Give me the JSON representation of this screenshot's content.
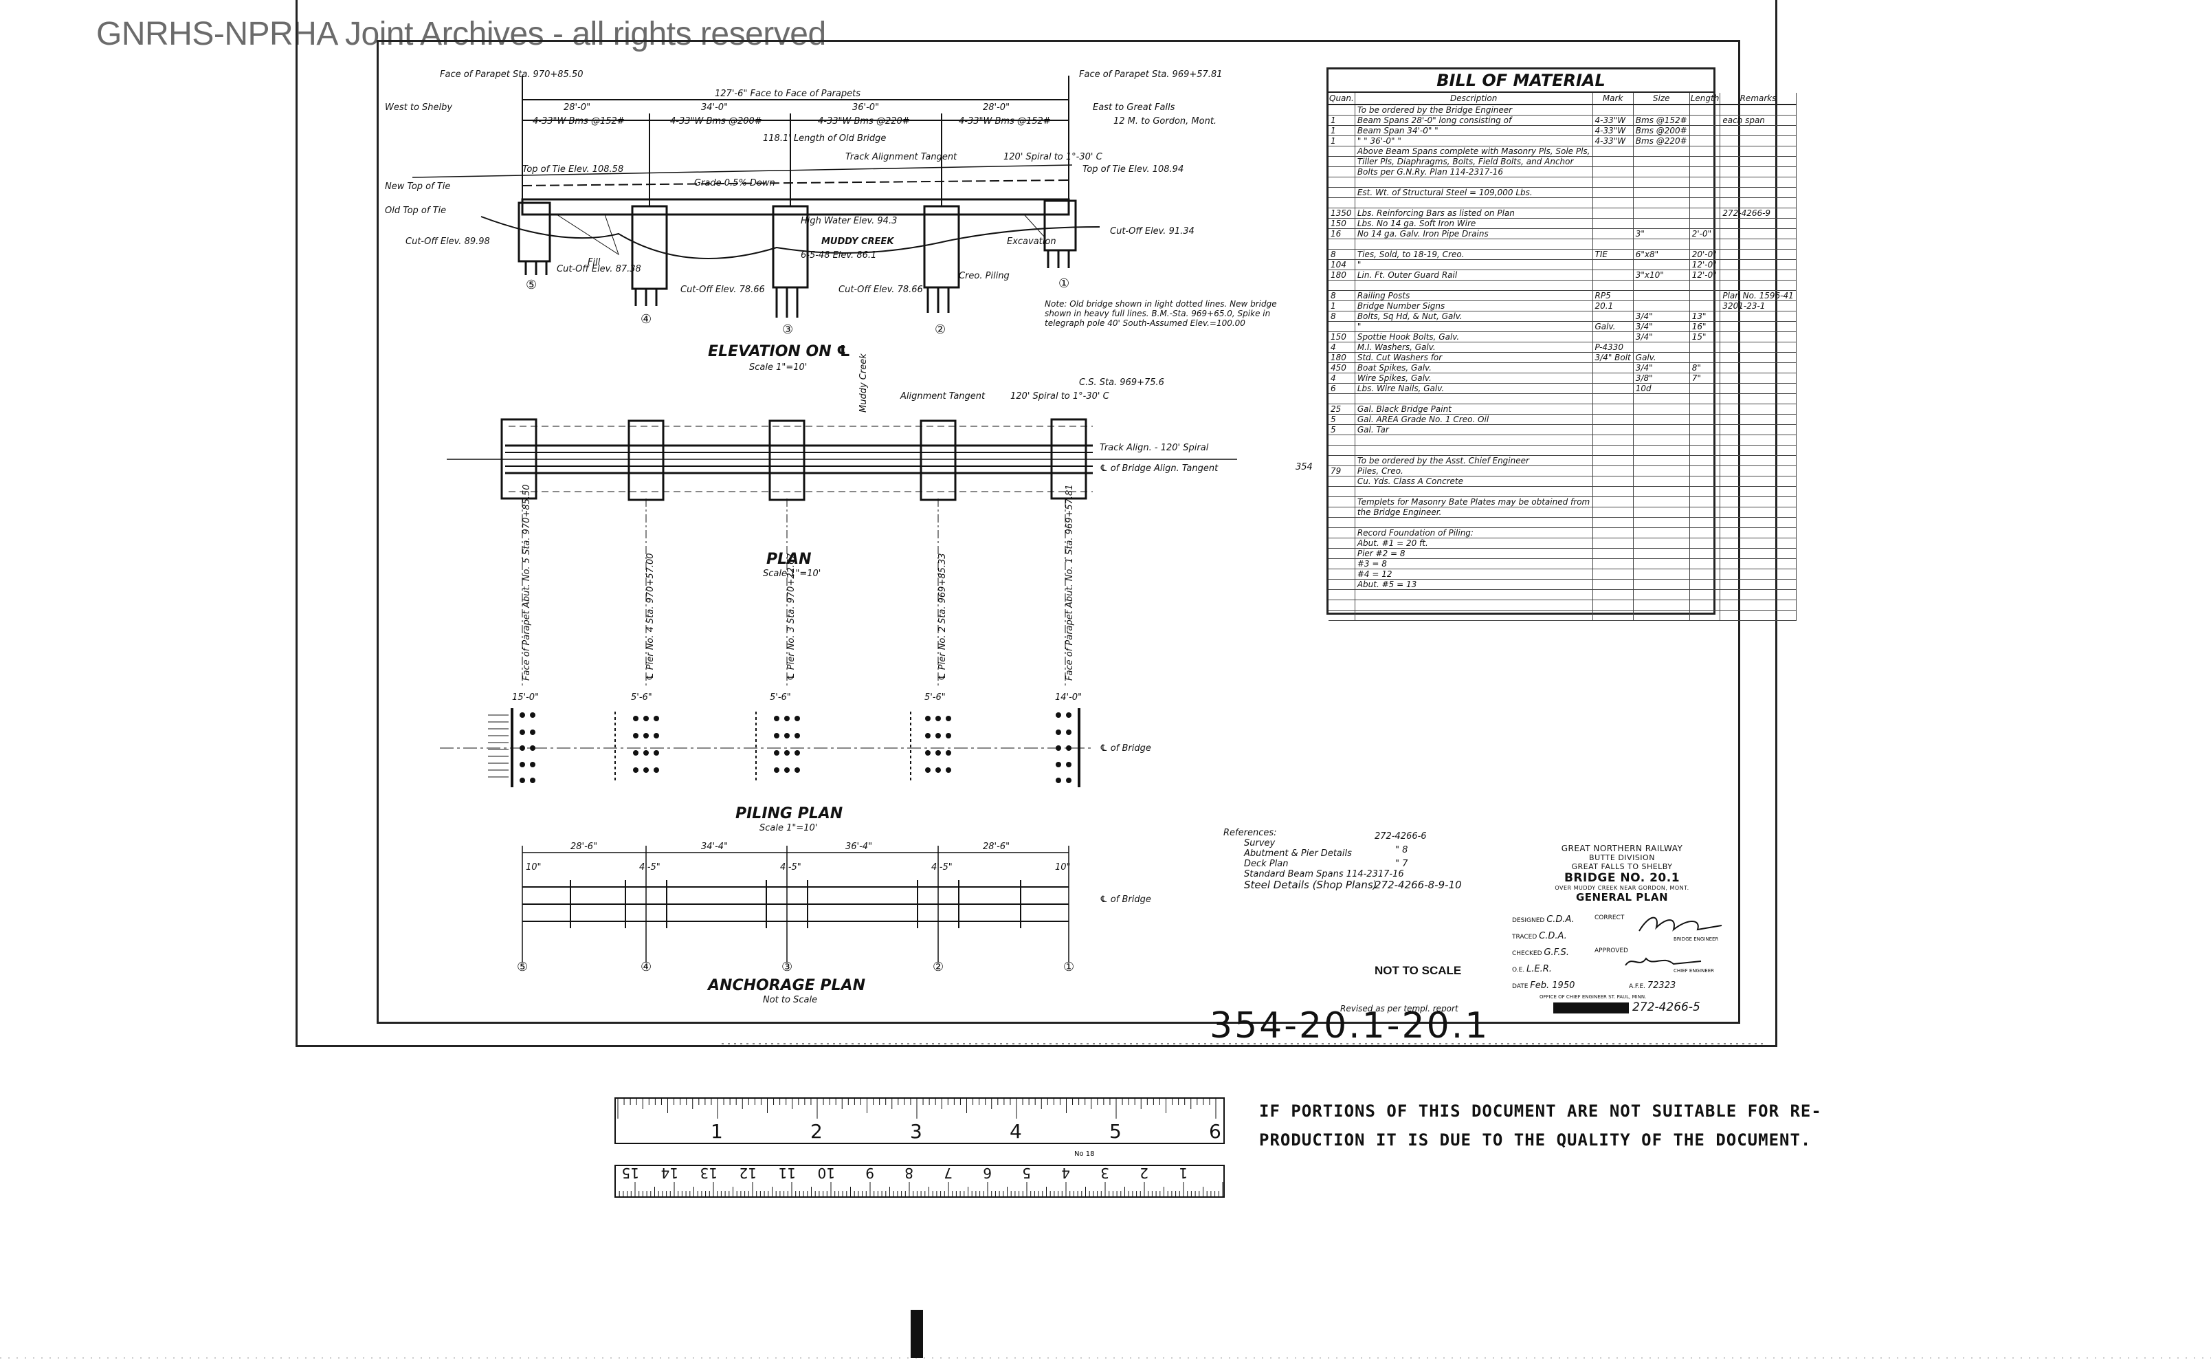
{
  "watermark": "GNRHS-NPRHA Joint Archives - all rights reserved",
  "elevation": {
    "title": "ELEVATION ON ℄",
    "scale": "Scale 1\"=10'",
    "face_to_face": "127'-6\" Face to Face of Parapets",
    "left_parapet": "Face of Parapet Sta. 970+85.50",
    "right_parapet": "Face of Parapet Sta. 969+57.81",
    "west_label": "West to Shelby",
    "east_label": "East to Great Falls",
    "spans": [
      "28'-0\"",
      "34'-0\"",
      "36'-0\"",
      "28'-0\""
    ],
    "beams": [
      "4-33\"W Bms @152#",
      "4-33\"W Bms @200#",
      "4-33\"W Bms @220#",
      "4-33\"W Bms @152#"
    ],
    "old_bridge": "118.1' Length of Old Bridge",
    "tangent": "Track Alignment Tangent",
    "spiral": "120' Spiral to 1°-30' C",
    "gordon": "12 M. to Gordon, Mont.",
    "grade": "Grade 0.5% Down",
    "top_of_tie_left": "Top of Tie Elev. 108.58",
    "top_of_tie_right": "Top of Tie Elev. 108.94",
    "new_top": "New Top of Tie",
    "old_top": "Old Top of Tie",
    "cutoff_left": "Cut-Off Elev. 89.98",
    "cutoff_right": "Cut-Off Elev. 91.34",
    "cutoff_a": "Cut-Off Elev. 78.66",
    "cutoff_b": "Cut-Off Elev. 78.66",
    "cutoff_c": "Cut-Off Elev. 87.38",
    "high_water": "High Water Elev. 94.3",
    "creek": "MUDDY CREEK",
    "creek_elev": "6-5-48 Elev. 86.1",
    "fill": "Fill",
    "creo": "Creo. Piling",
    "excavation": "Excavation",
    "markers": [
      "⑤",
      "④",
      "③",
      "②",
      "①"
    ],
    "note": "Note: Old bridge shown in light dotted lines. New bridge shown in heavy full lines. B.M.-Sta. 969+65.0, Spike in telegraph pole 40' South-Assumed Elev.=100.00"
  },
  "plan": {
    "title": "PLAN",
    "scale": "Scale 1\"=10'",
    "cs": "C.S. Sta. 969+75.6",
    "tangent": "Alignment Tangent",
    "spiral": "120' Spiral to 1°-30' C",
    "track_align": "Track Align. - 120' Spiral",
    "bridge_align": "℄ of Bridge Align. Tangent",
    "muddy": "Muddy Creek",
    "stations": [
      "Face of Parapet Abut. No. 5 Sta. 970+85.50",
      "℄ Pier No. 4 Sta. 970+57.00",
      "℄ Pier No. 3 Sta. 970+22.67",
      "℄ Pier No. 2 Sta. 969+85.33",
      "Face of Parapet Abut. No. 1 Sta. 969+57.81"
    ]
  },
  "piling": {
    "title": "PILING PLAN",
    "scale": "Scale 1\"=10'",
    "dims": [
      "15'-0\"",
      "5'-6\"",
      "5'-6\"",
      "5'-6\"",
      "14'-0\""
    ],
    "cl_bridge": "℄ of Bridge"
  },
  "anchorage": {
    "title": "ANCHORAGE PLAN",
    "scale": "Not to Scale",
    "spans": [
      "28'-6\"",
      "34'-4\"",
      "36'-4\"",
      "28'-6\""
    ],
    "dims": [
      "10\"",
      "4'-5\"",
      "4'-5\"",
      "4'-5\"",
      "10\""
    ],
    "cl_bridge": "℄ of Bridge",
    "markers": [
      "⑤",
      "④",
      "③",
      "②",
      "①"
    ]
  },
  "bom": {
    "title": "BILL OF MATERIAL",
    "headers": [
      "Quan.",
      "Description",
      "Mark",
      "Size",
      "Length",
      "Remarks"
    ],
    "rows": [
      [
        "",
        "To be ordered by the Bridge Engineer",
        "",
        "",
        "",
        ""
      ],
      [
        "1",
        "Beam Spans 28'-0\" long consisting of",
        "4-33\"W",
        "Bms @152#",
        "",
        "each span"
      ],
      [
        "1",
        "Beam Span 34'-0\" \"",
        "4-33\"W",
        "Bms @200#",
        "",
        ""
      ],
      [
        "1",
        "\" \" 36'-0\" \"",
        "4-33\"W",
        "Bms @220#",
        "",
        ""
      ],
      [
        "",
        "Above Beam Spans complete with Masonry Pls, Sole Pls,",
        "",
        "",
        "",
        ""
      ],
      [
        "",
        "Tiller Pls, Diaphragms, Bolts, Field Bolts, and Anchor",
        "",
        "",
        "",
        ""
      ],
      [
        "",
        "Bolts per G.N.Ry. Plan 114-2317-16",
        "",
        "",
        "",
        ""
      ],
      [
        "",
        "",
        "",
        "",
        "",
        ""
      ],
      [
        "",
        "Est. Wt. of Structural Steel = 109,000 Lbs.",
        "",
        "",
        "",
        ""
      ],
      [
        "",
        "",
        "",
        "",
        "",
        ""
      ],
      [
        "1350",
        "Lbs. Reinforcing Bars as listed on Plan",
        "",
        "",
        "",
        "272-4266-9"
      ],
      [
        "150",
        "Lbs. No 14 ga. Soft Iron Wire",
        "",
        "",
        "",
        ""
      ],
      [
        "16",
        "No 14 ga. Galv. Iron Pipe Drains",
        "",
        "3\"",
        "2'-0\"",
        ""
      ],
      [
        "",
        "",
        "",
        "",
        "",
        ""
      ],
      [
        "8",
        "Ties, Sold, to 18-19, Creo.",
        "TIE",
        "6\"x8\"",
        "20'-0\"",
        ""
      ],
      [
        "104",
        "\"",
        "",
        "",
        "12'-0\"",
        ""
      ],
      [
        "180",
        "Lin. Ft. Outer Guard Rail",
        "",
        "3\"x10\"",
        "12'-0\"",
        ""
      ],
      [
        "",
        "",
        "",
        "",
        "",
        ""
      ],
      [
        "8",
        "Railing Posts",
        "RP5",
        "",
        "",
        "Plan No. 1596-41"
      ],
      [
        "1",
        "Bridge Number Signs",
        "20.1",
        "",
        "",
        "3201-23-1"
      ],
      [
        "8",
        "Bolts, Sq Hd, & Nut, Galv.",
        "",
        "3/4\"",
        "13\"",
        ""
      ],
      [
        "",
        "\"",
        "Galv.",
        "3/4\"",
        "16\"",
        ""
      ],
      [
        "150",
        "Spottie Hook Bolts, Galv.",
        "",
        "3/4\"",
        "15\"",
        ""
      ],
      [
        "4",
        "M.I. Washers, Galv.",
        "P-4330",
        "",
        "",
        ""
      ],
      [
        "180",
        "Std. Cut Washers for",
        "3/4\" Bolt",
        "Galv.",
        "",
        ""
      ],
      [
        "450",
        "Boat Spikes, Galv.",
        "",
        "3/4\"",
        "8\"",
        ""
      ],
      [
        "4",
        "Wire Spikes, Galv.",
        "",
        "3/8\"",
        "7\"",
        ""
      ],
      [
        "6",
        "Lbs. Wire Nails, Galv.",
        "",
        "10d",
        "",
        ""
      ],
      [
        "",
        "",
        "",
        "",
        "",
        ""
      ],
      [
        "25",
        "Gal. Black Bridge Paint",
        "",
        "",
        "",
        ""
      ],
      [
        "5",
        "Gal. AREA Grade No. 1 Creo. Oil",
        "",
        "",
        "",
        ""
      ],
      [
        "5",
        "Gal. Tar",
        "",
        "",
        "",
        ""
      ],
      [
        "",
        "",
        "",
        "",
        "",
        ""
      ],
      [
        "",
        "",
        "",
        "",
        "",
        ""
      ],
      [
        "",
        "To be ordered by the Asst. Chief Engineer",
        "",
        "",
        "",
        ""
      ],
      [
        "79",
        "Piles, Creo.",
        "",
        "",
        "",
        ""
      ],
      [
        "",
        "Cu. Yds. Class A Concrete",
        "",
        "",
        "",
        ""
      ],
      [
        "",
        "",
        "",
        "",
        "",
        ""
      ],
      [
        "",
        "Templets for Masonry Bate Plates may be obtained from",
        "",
        "",
        "",
        ""
      ],
      [
        "",
        "the Bridge Engineer.",
        "",
        "",
        "",
        ""
      ],
      [
        "",
        "",
        "",
        "",
        "",
        ""
      ],
      [
        "",
        "Record Foundation of Piling:",
        "",
        "",
        "",
        ""
      ],
      [
        "",
        "Abut. #1 = 20 ft.",
        "",
        "",
        "",
        ""
      ],
      [
        "",
        "Pier #2 = 8",
        "",
        "",
        "",
        ""
      ],
      [
        "",
        "#3 = 8",
        "",
        "",
        "",
        ""
      ],
      [
        "",
        "#4 = 12",
        "",
        "",
        "",
        ""
      ],
      [
        "",
        "Abut. #5 = 13",
        "",
        "",
        "",
        ""
      ],
      [
        "",
        "",
        "",
        "",
        "",
        ""
      ],
      [
        "",
        "",
        "",
        "",
        "",
        ""
      ],
      [
        "",
        "",
        "",
        "",
        "",
        ""
      ]
    ],
    "margin_note": "354"
  },
  "references": {
    "title": "References:",
    "items": [
      "Survey",
      "Abutment & Pier Details",
      "Deck Plan",
      "Standard Beam Spans 114-2317-16",
      "Steel Details (Shop Plans)"
    ],
    "numbers": [
      "272-4266-6",
      "\" 8",
      "\" 7",
      "",
      "272-4266-8-9-10"
    ]
  },
  "titleblock": {
    "railway": "GREAT NORTHERN RAILWAY",
    "division": "BUTTE DIVISION",
    "route": "GREAT FALLS TO SHELBY",
    "bridge": "BRIDGE NO. 20.1",
    "location": "OVER MUDDY CREEK NEAR GORDON, MONT.",
    "plan": "GENERAL PLAN",
    "designed_label": "DESIGNED",
    "designed": "C.D.A.",
    "traced_label": "TRACED",
    "traced": "C.D.A.",
    "checked_label": "CHECKED",
    "checked": "G.F.S.",
    "oe_label": "O.E.",
    "oe": "L.E.R.",
    "date_label": "DATE",
    "date": "Feb. 1950",
    "afe_label": "A.F.E.",
    "afe": "72323",
    "correct_label": "CORRECT",
    "approved_label": "APPROVED",
    "bridge_engineer": "BRIDGE ENGINEER",
    "chief_engineer": "CHIEF ENGINEER",
    "office": "OFFICE OF CHIEF ENGINEER ST. PAUL, MINN.",
    "revised": "Revised as per templ. report",
    "drawing_no": "272-4266-5"
  },
  "not_to_scale": "NOT TO SCALE",
  "hand_number": "354-20.1-20.1",
  "notice_lines": [
    "IF PORTIONS OF THIS DOCUMENT ARE NOT SUITABLE FOR RE-",
    "PRODUCTION IT IS DUE TO THE QUALITY OF THE DOCUMENT."
  ],
  "ruler": {
    "top_numbers": [
      "1",
      "2",
      "3",
      "4",
      "5",
      "6"
    ],
    "bottom_numbers": [
      "1",
      "2",
      "3",
      "4",
      "5",
      "6",
      "7",
      "8",
      "9",
      "10",
      "11",
      "12",
      "13",
      "14",
      "15"
    ],
    "mark": "No 18"
  }
}
